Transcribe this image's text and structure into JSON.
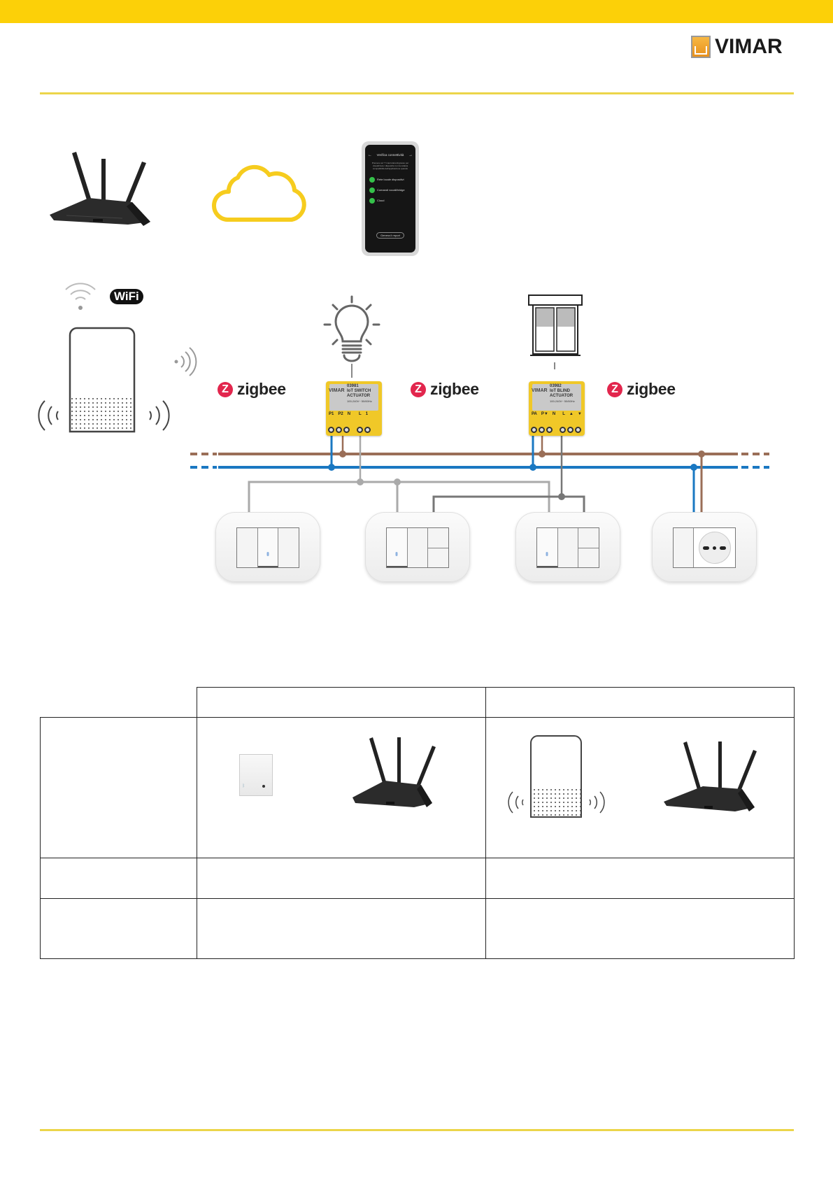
{
  "brand": {
    "name": "VIMAR",
    "accent": "#fcd008",
    "rule_color": "#ecd54a"
  },
  "top_diagram": {
    "router_label": "router-image",
    "cloud_label": "cloud-icon",
    "phone": {
      "title": "Verifica connettività",
      "intro": "Premere sul \"i\" interruttore/ingresso per visualizzare i dispositivi con la relativa compatibilità dell'applicazione quando richiesti report.",
      "items": [
        {
          "label": "Rete locale dispositivi",
          "status": "Connesso"
        },
        {
          "label": "Comandi vocali/bridge",
          "status": "Connesso"
        },
        {
          "label": "Cloud",
          "status": "Connesso"
        }
      ],
      "button": "Genera il report"
    },
    "wifi_badge": "WiFi",
    "zigbee_labels": [
      "zigbee",
      "zigbee",
      "zigbee"
    ],
    "actuators": [
      {
        "brand": "VIMAR",
        "code": "03981",
        "name": "IoT SWITCH ACTUATOR",
        "rating": "100-240V~ 50/60Hz",
        "terminals": [
          "P1",
          "P2",
          "N",
          "L",
          "1"
        ]
      },
      {
        "brand": "VIMAR",
        "code": "03982",
        "name": "IoT BLIND ACTUATOR",
        "rating": "100-240V~ 50/60Hz",
        "terminals": [
          "PA",
          "P▼",
          "N",
          "L",
          "▲",
          "▼"
        ]
      }
    ],
    "wire_colors": {
      "live": "#9a6e57",
      "neutral": "#1a78c2",
      "control_light": "#aaaaaa",
      "control_dark": "#777777"
    }
  },
  "table": {
    "header": [
      "",
      "",
      ""
    ],
    "rows": [
      {
        "label": "",
        "col1": "",
        "col2": ""
      },
      {
        "label": "",
        "col1": "",
        "col2": ""
      },
      {
        "label": "",
        "col1": "",
        "col2": ""
      }
    ]
  }
}
